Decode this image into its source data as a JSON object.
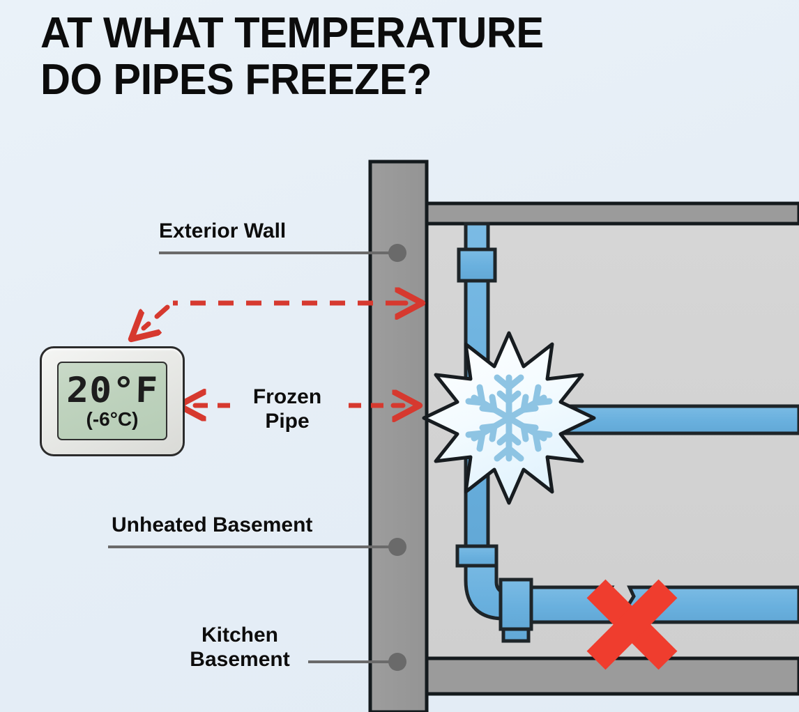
{
  "title": {
    "line1": "AT WHAT TEMPERATURE",
    "line2": "DO PIPES FREEZE?"
  },
  "thermometer": {
    "name": "digital-thermometer",
    "fahrenheit": "20°F",
    "celsius": "(-6°C)",
    "screen_color": "#bed2bd",
    "bezel_color": "#eceeea"
  },
  "callouts": [
    {
      "id": "exterior-wall",
      "label": "Exterior Wall"
    },
    {
      "id": "unheated-basement",
      "label": "Unheated Basement"
    },
    {
      "id": "kitchen-basement",
      "line1": "Kitchen",
      "line2": "Basement"
    },
    {
      "id": "frozen-pipe",
      "line1": "Frozen",
      "line2": "Pipe"
    }
  ],
  "colors": {
    "background": "#e6eef6",
    "wall_structure": "#9a9a9a",
    "room_interior": "#d2d2d2",
    "pipe_blue": "#6bb2e0",
    "pipe_outline": "#1e2529",
    "accent_red": "#e8382c",
    "arrow_red": "#d6392f",
    "leader_gray": "#6a6a6a",
    "snowflake_blue": "#8ec4e3",
    "burst_white": "#f2fbff"
  },
  "icons": {
    "frozen_burst": "snowflake-burst-icon",
    "break_marker": "red-x-icon",
    "crack": "pipe-crack-icon"
  },
  "annotations": {
    "arrow_to_thermometer": "dashed-arrow-wall-to-thermometer",
    "arrow_frozen_left": "dashed-arrow-left",
    "arrow_frozen_right": "dashed-arrow-right"
  }
}
